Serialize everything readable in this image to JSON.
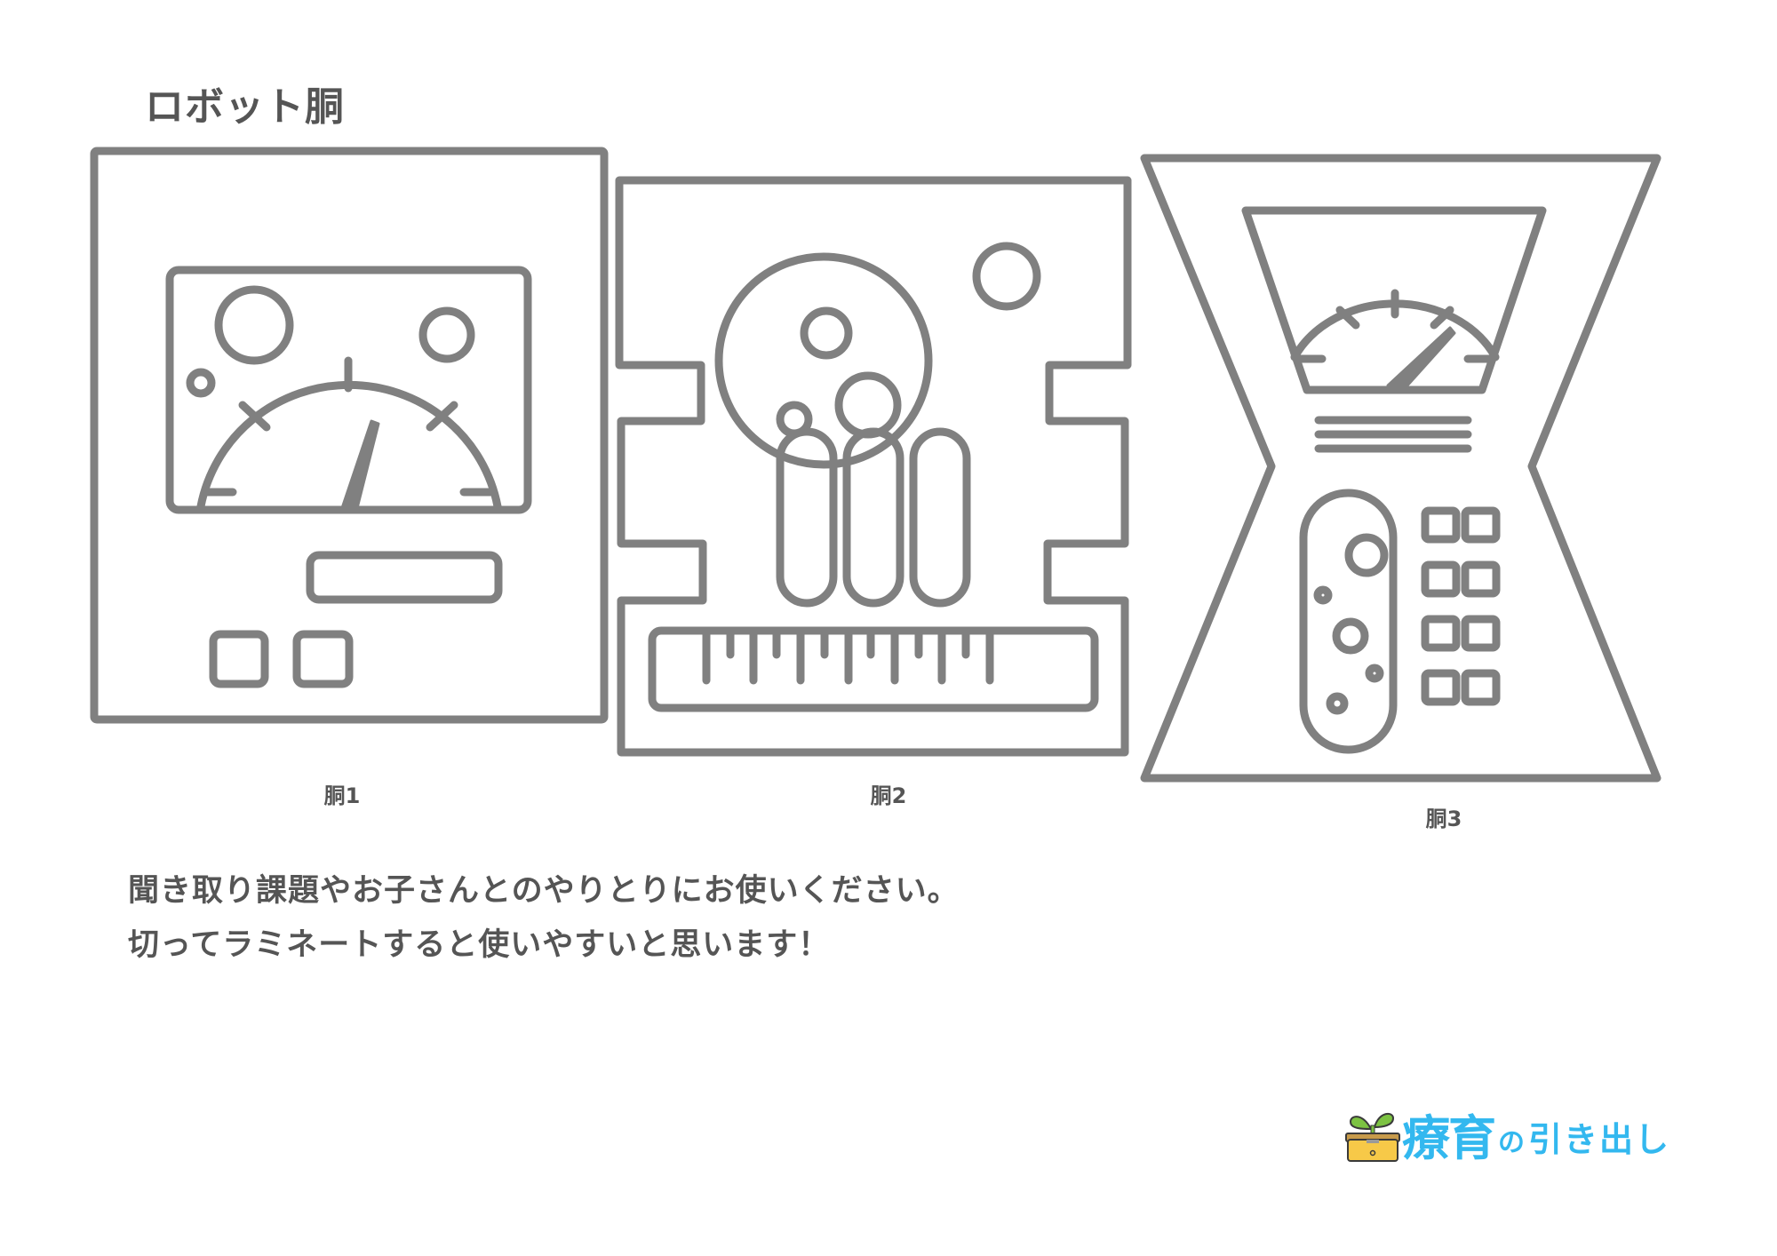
{
  "page": {
    "title": "ロボット胴",
    "stroke_color": "#808080",
    "text_color": "#555555"
  },
  "panels": [
    {
      "label": "胴1",
      "shape": "rectangle",
      "features": [
        "gauge-window",
        "gauge-needle",
        "three-circles",
        "display-bar",
        "two-square-buttons"
      ]
    },
    {
      "label": "胴2",
      "shape": "notched-rectangle",
      "features": [
        "large-circle-with-three-inner-circles",
        "small-circle",
        "digits",
        "ruler"
      ],
      "digits": "000"
    },
    {
      "label": "胴3",
      "shape": "hourglass",
      "features": [
        "trapezoid-gauge-window",
        "gauge-needle",
        "three-lines",
        "capsule-with-dots",
        "eight-square-buttons"
      ]
    }
  ],
  "instructions": {
    "line1": "聞き取り課題やお子さんとのやりとりにお使いください。",
    "line2": "切ってラミネートすると使いやすいと思います！"
  },
  "logo": {
    "big": "療育",
    "particle": "の",
    "small": "引き出し",
    "brand_color": "#33b8ef",
    "icon": "drawer-sprout-icon"
  }
}
